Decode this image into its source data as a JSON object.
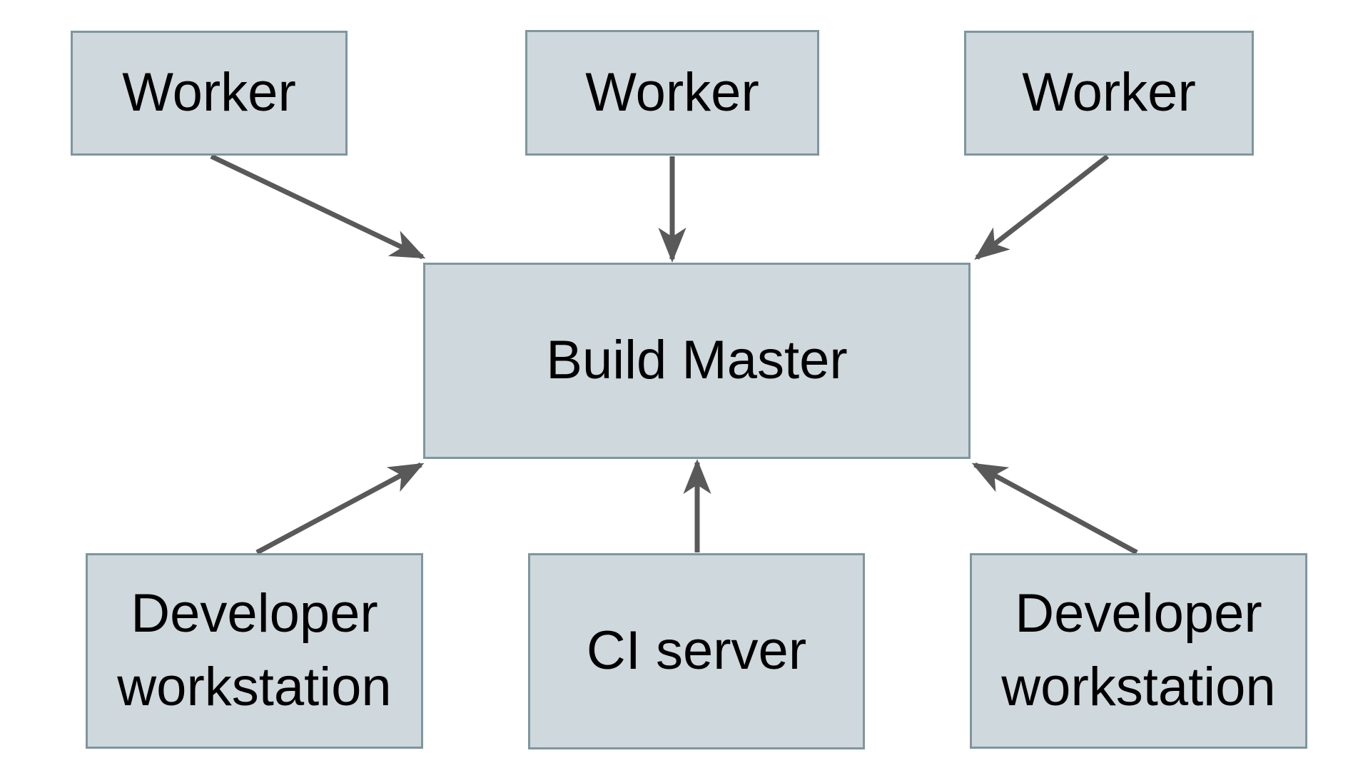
{
  "diagram_type": "hub-and-spoke",
  "nodes": {
    "worker_1": {
      "label": "Worker"
    },
    "worker_2": {
      "label": "Worker"
    },
    "worker_3": {
      "label": "Worker"
    },
    "build_master": {
      "label": "Build Master"
    },
    "developer_workstation_left": {
      "label": "Developer workstation"
    },
    "ci_server": {
      "label": "CI server"
    },
    "developer_workstation_right": {
      "label": "Developer workstation"
    }
  },
  "edges": [
    {
      "from": "worker_1",
      "to": "build_master",
      "direction": "into-hub"
    },
    {
      "from": "worker_2",
      "to": "build_master",
      "direction": "into-hub"
    },
    {
      "from": "worker_3",
      "to": "build_master",
      "direction": "into-hub"
    },
    {
      "from": "developer_workstation_left",
      "to": "build_master",
      "direction": "into-hub"
    },
    {
      "from": "ci_server",
      "to": "build_master",
      "direction": "into-hub"
    },
    {
      "from": "developer_workstation_right",
      "to": "build_master",
      "direction": "into-hub"
    }
  ],
  "colors": {
    "background": "#ffffff",
    "node_fill": "#cfd8dc",
    "node_border": "#7e96a0",
    "arrow": "#595959",
    "text": "#000000"
  }
}
